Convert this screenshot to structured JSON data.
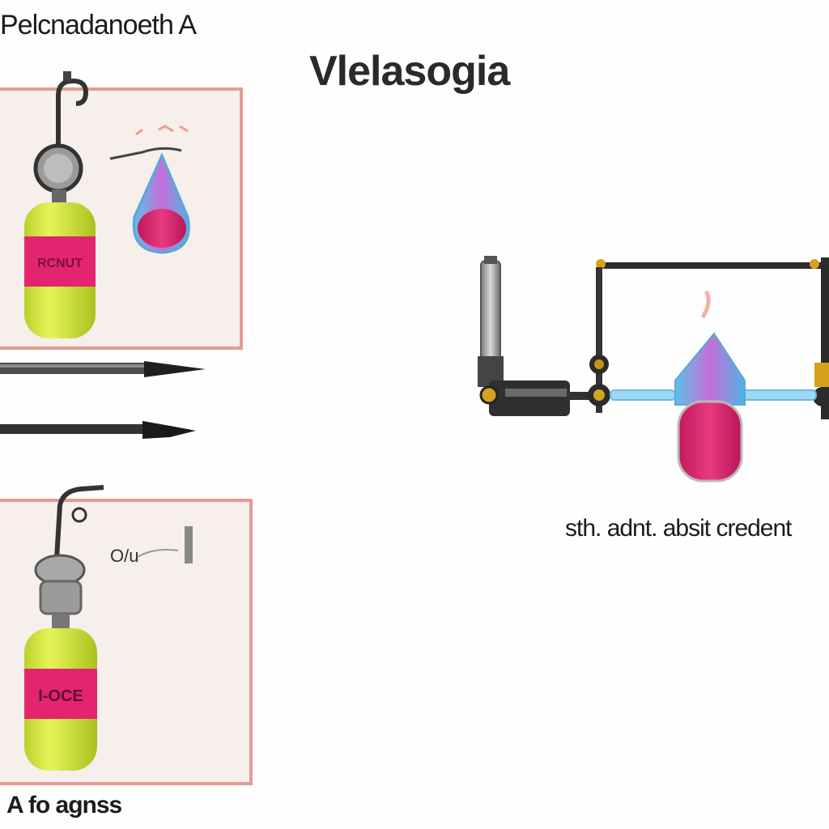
{
  "corner_title": "Pelcnadanoeth A",
  "main_title": "Vlelasogia",
  "right_caption": "sth. adnt. absit credent",
  "bottom_caption": "A fo agnss",
  "top_cylinder_label": "RCNUT",
  "bottom_cylinder_label": "I-OCE",
  "small_gauge_text": "O/u",
  "colors": {
    "panel_fill": "#f6efec",
    "panel_border": "#e39b93",
    "cylinder_yellow": "#d7ea3a",
    "label_pink": "#e4246e",
    "liquid_magenta": "#d8216c",
    "flask_blue": "#5cc0e8",
    "apparatus_dark": "#2b2b2b"
  },
  "icons": [
    "gas-cylinder-icon",
    "pressure-gauge-icon",
    "teardrop-flask-icon",
    "pen-icon",
    "clamp-stand-icon",
    "condenser-icon"
  ]
}
